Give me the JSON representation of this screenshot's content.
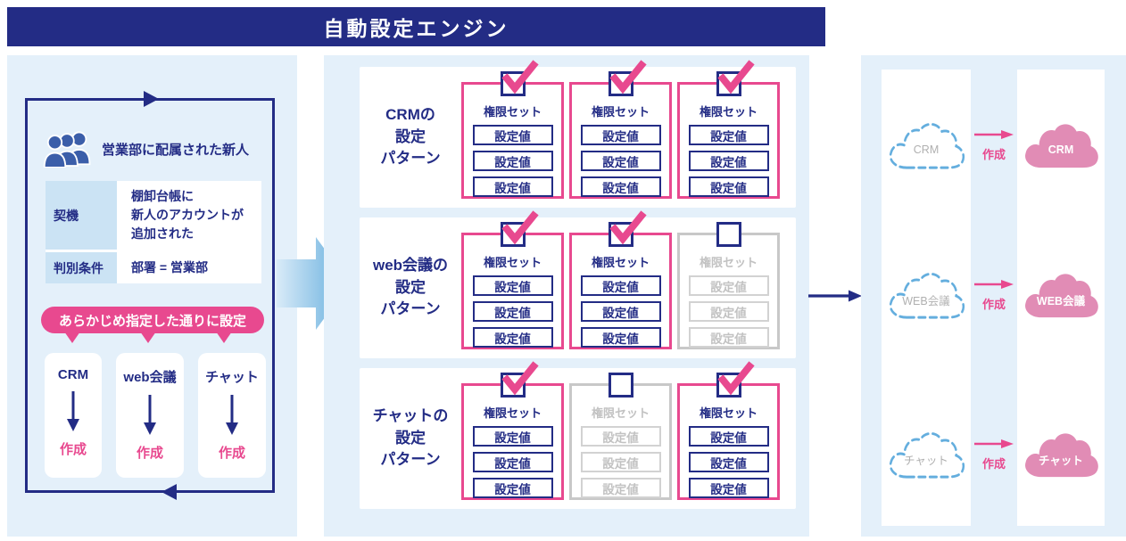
{
  "title": "自動設定エンジン",
  "colors": {
    "navy": "#232c85",
    "pink": "#e8498f",
    "panel_blue": "#e4f0fa",
    "cell_blue": "#cbe3f4",
    "pink_cloud": "#e18cb5",
    "cloud_dash": "#64aede",
    "inactive_border": "#c8c8c8",
    "inactive_text": "#c2c2c2",
    "icon_blue": "#3b5ea9",
    "gray_text": "#b0b0b0"
  },
  "trigger_panel": {
    "person_group_label": "営業部に配属された新人",
    "rows": [
      {
        "label": "契機",
        "value_lines": [
          "棚卸台帳に",
          "新人のアカウントが",
          "追加された"
        ]
      },
      {
        "label": "判別条件",
        "value_lines": [
          "部署 = 営業部"
        ]
      }
    ],
    "badge": "あらかじめ指定した通りに設定",
    "services": [
      {
        "name": "CRM",
        "action": "作成"
      },
      {
        "name": "web会議",
        "action": "作成"
      },
      {
        "name": "チャット",
        "action": "作成"
      }
    ]
  },
  "pattern_panel": {
    "set_label": "権限セット",
    "value_label": "設定値",
    "values_per_set": 3,
    "cards": [
      {
        "label_lines": [
          "CRMの",
          "設定",
          "パターン"
        ],
        "sets": [
          true,
          true,
          true
        ]
      },
      {
        "label_lines": [
          "web会議の",
          "設定",
          "パターン"
        ],
        "sets": [
          true,
          true,
          false
        ]
      },
      {
        "label_lines": [
          "チャットの",
          "設定",
          "パターン"
        ],
        "sets": [
          true,
          false,
          true
        ]
      }
    ]
  },
  "provision_panel": {
    "rows": [
      {
        "service": "CRM",
        "action": "作成"
      },
      {
        "service": "WEB会議",
        "action": "作成"
      },
      {
        "service": "チャット",
        "action": "作成"
      }
    ]
  }
}
